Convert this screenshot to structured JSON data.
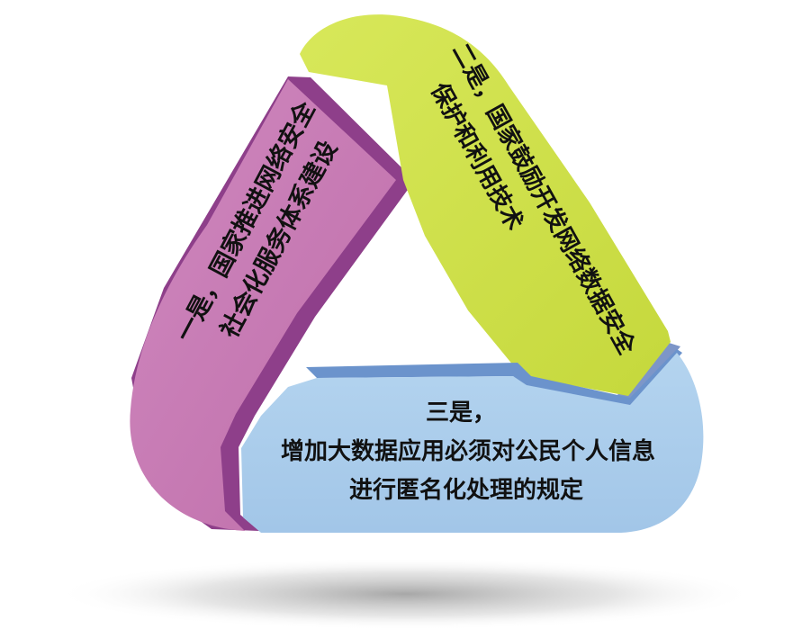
{
  "segments": {
    "left": {
      "line1": "一是，国家推进网络安全",
      "line2": "社会化服务体系建设",
      "color": "#c678b1",
      "edge_color": "#8e3f8a"
    },
    "right": {
      "line1": "二是，国家鼓励开发网络数据安全",
      "line2": "保护和利用技术",
      "color": "#cfe04a",
      "edge_color": "#a7bd2a"
    },
    "bottom": {
      "line1": "三是，",
      "line2": "增加大数据应用必须对公民个人信息",
      "line3": "进行匿名化处理的规定",
      "color": "#a9cdec",
      "edge_color": "#6b93cc"
    }
  }
}
